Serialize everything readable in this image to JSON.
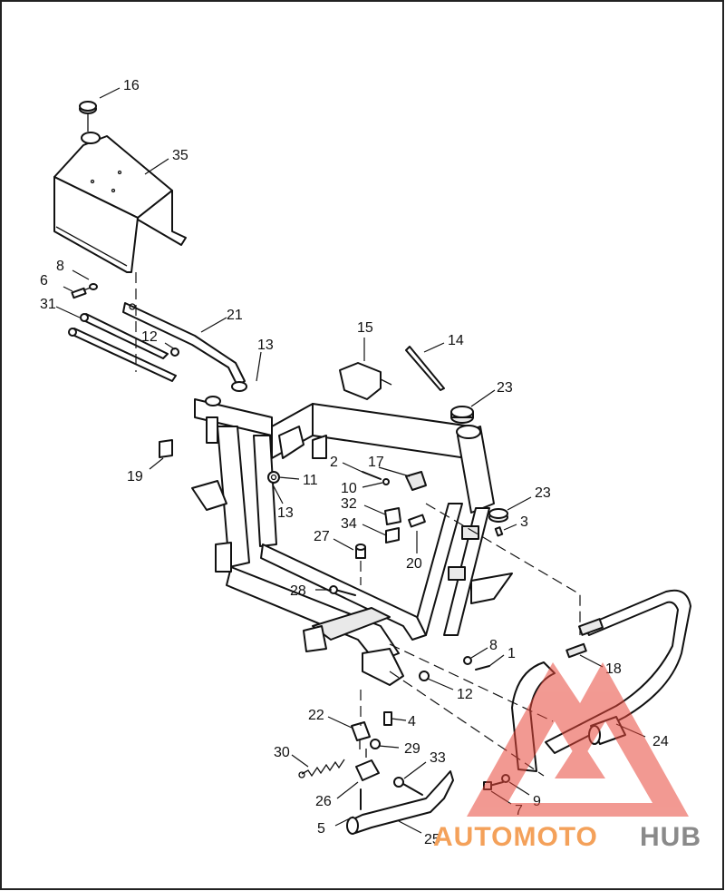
{
  "callouts": [
    {
      "id": "16",
      "label": "16"
    },
    {
      "id": "35",
      "label": "35"
    },
    {
      "id": "8a",
      "label": "8"
    },
    {
      "id": "6",
      "label": "6"
    },
    {
      "id": "31",
      "label": "31"
    },
    {
      "id": "21",
      "label": "21"
    },
    {
      "id": "12a",
      "label": "12"
    },
    {
      "id": "13a",
      "label": "13"
    },
    {
      "id": "15",
      "label": "15"
    },
    {
      "id": "14",
      "label": "14"
    },
    {
      "id": "23a",
      "label": "23"
    },
    {
      "id": "19",
      "label": "19"
    },
    {
      "id": "2",
      "label": "2"
    },
    {
      "id": "17",
      "label": "17"
    },
    {
      "id": "11",
      "label": "11"
    },
    {
      "id": "10",
      "label": "10"
    },
    {
      "id": "13b",
      "label": "13"
    },
    {
      "id": "32",
      "label": "32"
    },
    {
      "id": "23b",
      "label": "23"
    },
    {
      "id": "3",
      "label": "3"
    },
    {
      "id": "34",
      "label": "34"
    },
    {
      "id": "27",
      "label": "27"
    },
    {
      "id": "20",
      "label": "20"
    },
    {
      "id": "28",
      "label": "28"
    },
    {
      "id": "8b",
      "label": "8"
    },
    {
      "id": "1",
      "label": "1"
    },
    {
      "id": "18",
      "label": "18"
    },
    {
      "id": "12b",
      "label": "12"
    },
    {
      "id": "22",
      "label": "22"
    },
    {
      "id": "4",
      "label": "4"
    },
    {
      "id": "24",
      "label": "24"
    },
    {
      "id": "30",
      "label": "30"
    },
    {
      "id": "29",
      "label": "29"
    },
    {
      "id": "33",
      "label": "33"
    },
    {
      "id": "26",
      "label": "26"
    },
    {
      "id": "9",
      "label": "9"
    },
    {
      "id": "7",
      "label": "7"
    },
    {
      "id": "5",
      "label": "5"
    },
    {
      "id": "25",
      "label": "25"
    }
  ],
  "watermark": {
    "brand_a": "AUTOMOTO",
    "brand_b": "HUB",
    "color_primary": "#e8473a",
    "color_secondary": "#8a8a8a"
  }
}
